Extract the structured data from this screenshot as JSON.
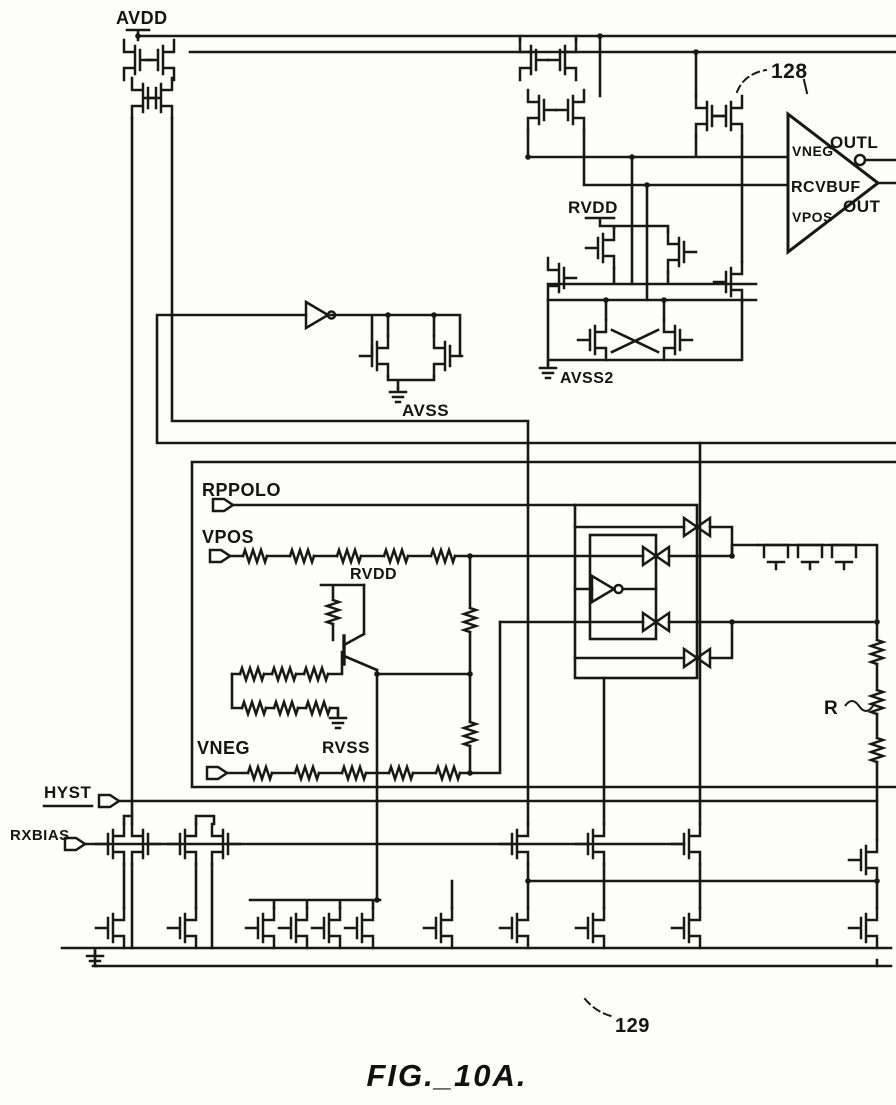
{
  "figure": {
    "caption": "FIG._10A."
  },
  "blocks": {
    "receiver": {
      "ref": "128",
      "rvdd": "RVDD",
      "avss2": "AVSS2"
    },
    "bias": {
      "ref": "129"
    }
  },
  "buffer": {
    "name": "RCVBUF",
    "input_top": "VNEG",
    "input_bottom": "VPOS",
    "output_inverted": "OUTL",
    "output": "OUT"
  },
  "rails": {
    "avdd": "AVDD",
    "avss": "AVSS",
    "rvdd": "RVDD",
    "rvss": "RVSS"
  },
  "terminals": {
    "rppolo": "RPPOLO",
    "vpos": "VPOS",
    "vneg": "VNEG",
    "hyst": "HYST",
    "rxbias": "RXBIAS"
  },
  "annotations": {
    "resistor": "R"
  }
}
